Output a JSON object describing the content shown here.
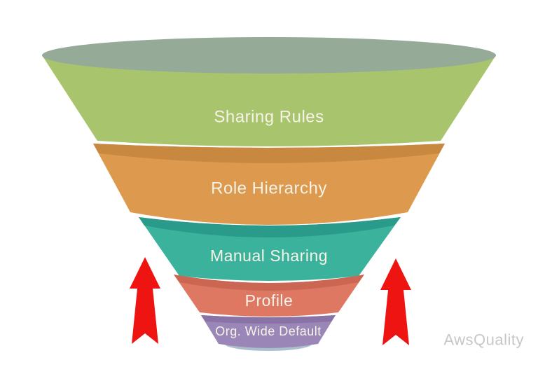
{
  "diagram": {
    "type": "inverted-funnel",
    "background_color": "#ffffff",
    "label_color": "#f6f2e7",
    "layers": [
      {
        "label": "Sharing Rules",
        "color": "#a8c46d",
        "top_color": "#95ab98"
      },
      {
        "label": "Role Hierarchy",
        "color": "#dd9a4e",
        "top_color": "#c8883f"
      },
      {
        "label": "Manual Sharing",
        "color": "#3bb39c",
        "top_color": "#2a9b8b"
      },
      {
        "label": "Profile",
        "color": "#de7862",
        "top_color": "#ca6651"
      },
      {
        "label": "Org. Wide Default",
        "color": "#9b86b8",
        "top_color": "#8973a6"
      }
    ],
    "base_color": "#aabfce",
    "arrows": {
      "direction": "up",
      "count": 2,
      "color": "#ee1411"
    },
    "watermark": {
      "text": "AwsQuality",
      "color": "#c7c7c7"
    }
  }
}
